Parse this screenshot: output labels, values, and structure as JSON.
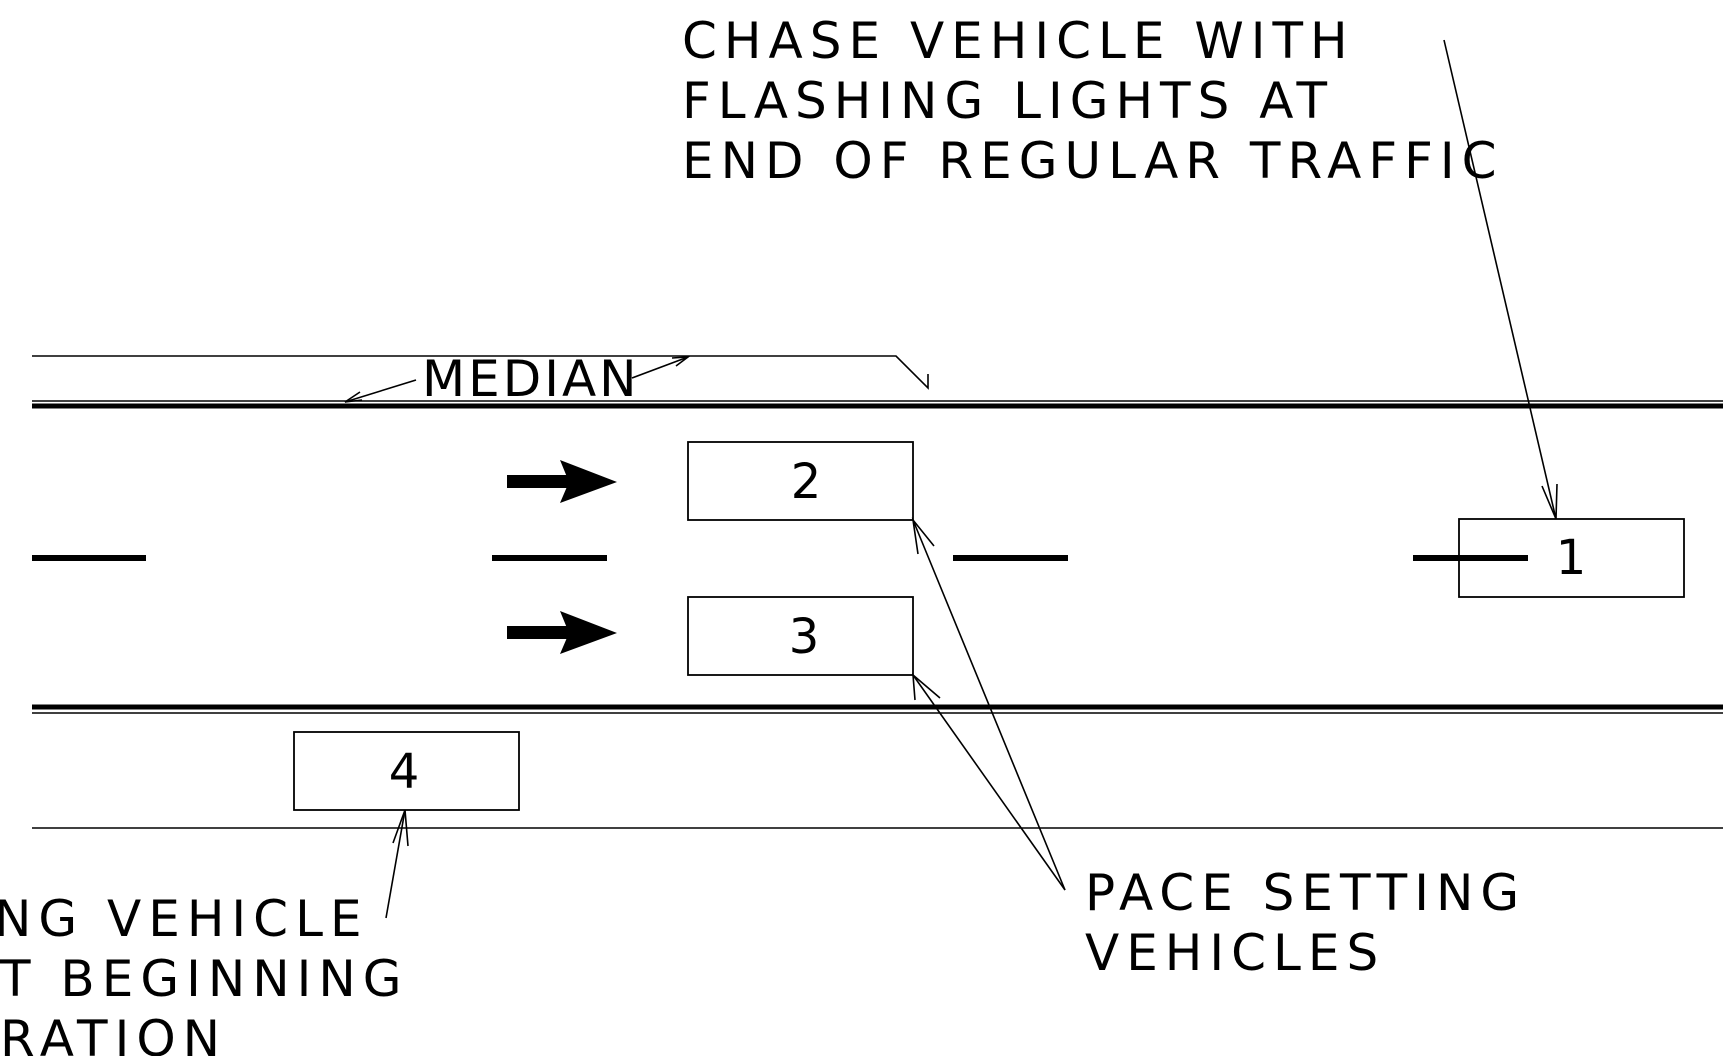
{
  "labels": {
    "chase_vehicle": [
      "CHASE VEHICLE WITH",
      "FLASHING LIGHTS AT",
      "END OF REGULAR TRAFFIC"
    ],
    "median": "MEDIAN",
    "pace_setting": [
      "PACE SETTING",
      "VEHICLES"
    ],
    "bottom_left_fragment": [
      "NG VEHICLE",
      "T BEGINNING",
      "RATION"
    ]
  },
  "vehicles": [
    {
      "id": "1",
      "label": "1"
    },
    {
      "id": "2",
      "label": "2"
    },
    {
      "id": "3",
      "label": "3"
    },
    {
      "id": "4",
      "label": "4"
    }
  ]
}
